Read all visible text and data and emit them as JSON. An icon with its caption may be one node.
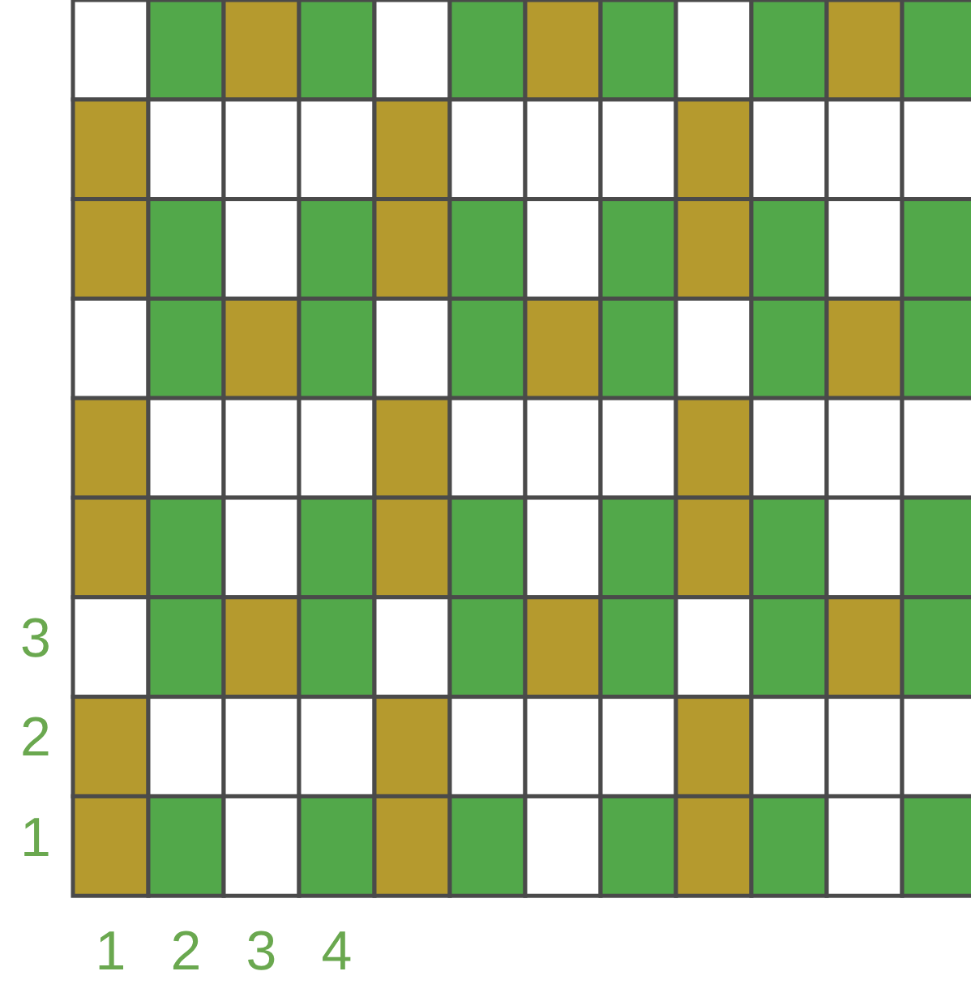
{
  "diagram": {
    "labels": [
      "3",
      "2",
      "1",
      "1",
      "2",
      "3",
      "4"
    ]
  }
}
